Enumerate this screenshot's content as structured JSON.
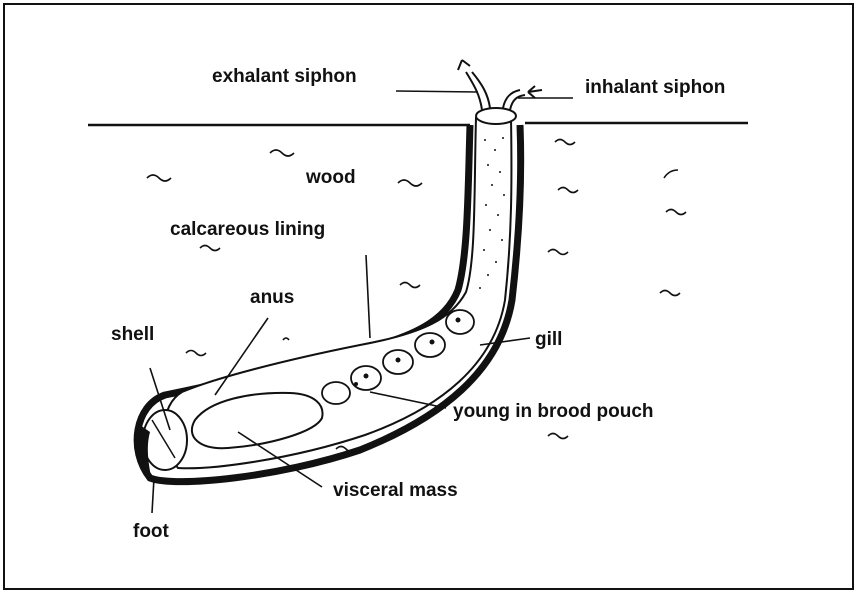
{
  "labels": {
    "exhalant_siphon": "exhalant siphon",
    "inhalant_siphon": "inhalant siphon",
    "wood": "wood",
    "calcareous_lining": "calcareous lining",
    "anus": "anus",
    "shell": "shell",
    "gill": "gill",
    "young_in_brood_pouch": "young in brood pouch",
    "visceral_mass": "visceral mass",
    "foot": "foot"
  },
  "colors": {
    "ink": "#111111",
    "background": "#ffffff"
  }
}
